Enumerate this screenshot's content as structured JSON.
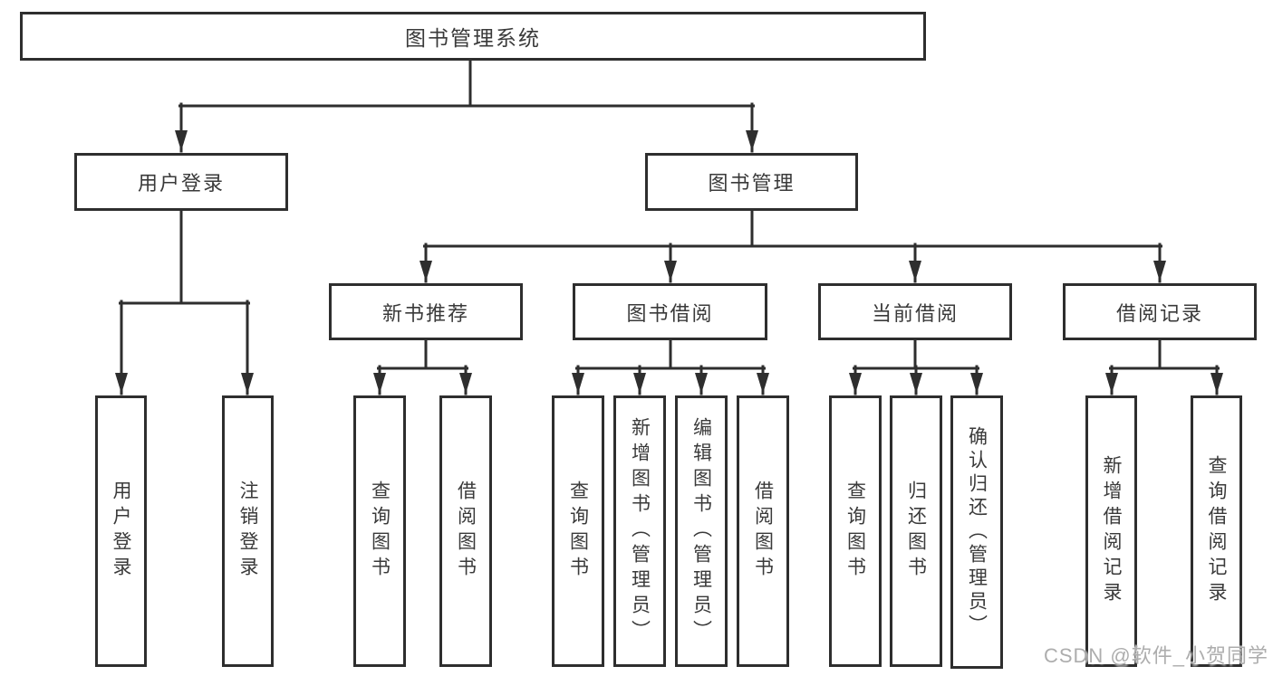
{
  "page": {
    "background": "#ffffff",
    "line_color": "#2e2e2e",
    "text_color": "#3a3a3a",
    "watermark_color": "#adadad"
  },
  "watermark": "CSDN @软件_小贺同学",
  "tree": {
    "root": {
      "label": "图书管理系统"
    },
    "user_login": {
      "label": "用户登录",
      "children": {
        "login": {
          "label": "用户登录"
        },
        "logout": {
          "label": "注销登录"
        }
      }
    },
    "book_mgmt": {
      "label": "图书管理",
      "children": {
        "new_book_rec": {
          "label": "新书推荐",
          "children": {
            "query_books": {
              "label": "查询图书"
            },
            "borrow_books": {
              "label": "借阅图书"
            }
          }
        },
        "book_borrow": {
          "label": "图书借阅",
          "children": {
            "query_books": {
              "label": "查询图书"
            },
            "add_books": {
              "label": "新增图书（管理员）"
            },
            "edit_books": {
              "label": "编辑图书（管理员）"
            },
            "borrow_books": {
              "label": "借阅图书"
            }
          }
        },
        "current_borrow": {
          "label": "当前借阅",
          "children": {
            "query_books": {
              "label": "查询图书"
            },
            "return_books": {
              "label": "归还图书"
            },
            "confirm_return": {
              "label": "确认归还（管理员）"
            }
          }
        },
        "borrow_records": {
          "label": "借阅记录",
          "children": {
            "add_record": {
              "label": "新增借阅记录"
            },
            "query_record": {
              "label": "查询借阅记录"
            }
          }
        }
      }
    }
  }
}
